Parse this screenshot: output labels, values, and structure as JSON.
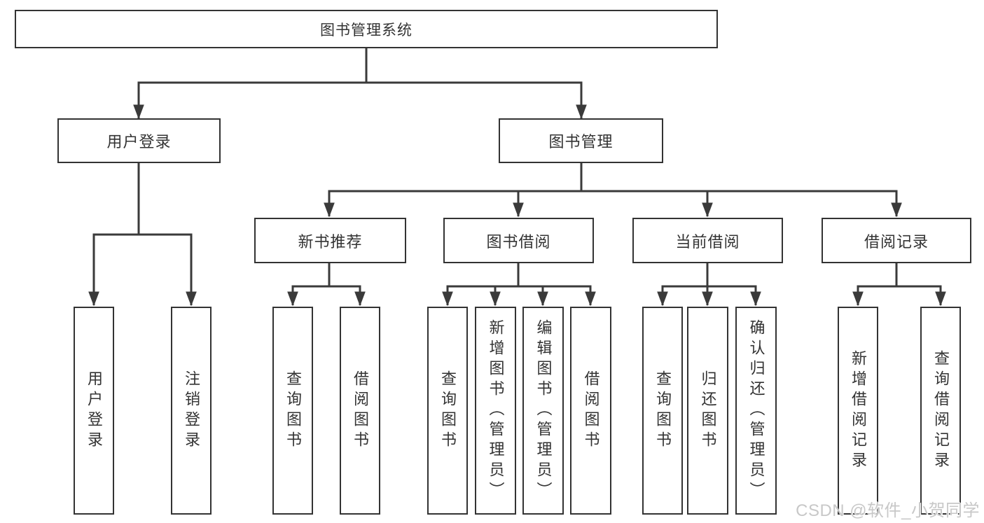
{
  "diagram": {
    "root": {
      "label": "图书管理系统"
    },
    "level2": [
      {
        "label": "用户登录"
      },
      {
        "label": "图书管理"
      }
    ],
    "level3": [
      {
        "label": "新书推荐",
        "parent": "图书管理"
      },
      {
        "label": "图书借阅",
        "parent": "图书管理"
      },
      {
        "label": "当前借阅",
        "parent": "图书管理"
      },
      {
        "label": "借阅记录",
        "parent": "图书管理"
      }
    ],
    "leaves": [
      {
        "label": "用户登录",
        "parent": "用户登录"
      },
      {
        "label": "注销登录",
        "parent": "用户登录"
      },
      {
        "label": "查询图书",
        "parent": "新书推荐"
      },
      {
        "label": "借阅图书",
        "parent": "新书推荐"
      },
      {
        "label": "查询图书",
        "parent": "图书借阅"
      },
      {
        "label": "新增图书（管理员）",
        "parent": "图书借阅"
      },
      {
        "label": "编辑图书（管理员）",
        "parent": "图书借阅"
      },
      {
        "label": "借阅图书",
        "parent": "图书借阅"
      },
      {
        "label": "查询图书",
        "parent": "当前借阅"
      },
      {
        "label": "归还图书",
        "parent": "当前借阅"
      },
      {
        "label": "确认归还（管理员）",
        "parent": "当前借阅"
      },
      {
        "label": "新增借阅记录",
        "parent": "借阅记录"
      },
      {
        "label": "查询借阅记录",
        "parent": "借阅记录"
      }
    ],
    "watermark": "CSDN @软件_小贺同学",
    "colors": {
      "line": "#3a3a3a",
      "box_border": "#333333",
      "text": "#333333",
      "background": "#ffffff",
      "watermark": "#c8c8c8"
    }
  }
}
